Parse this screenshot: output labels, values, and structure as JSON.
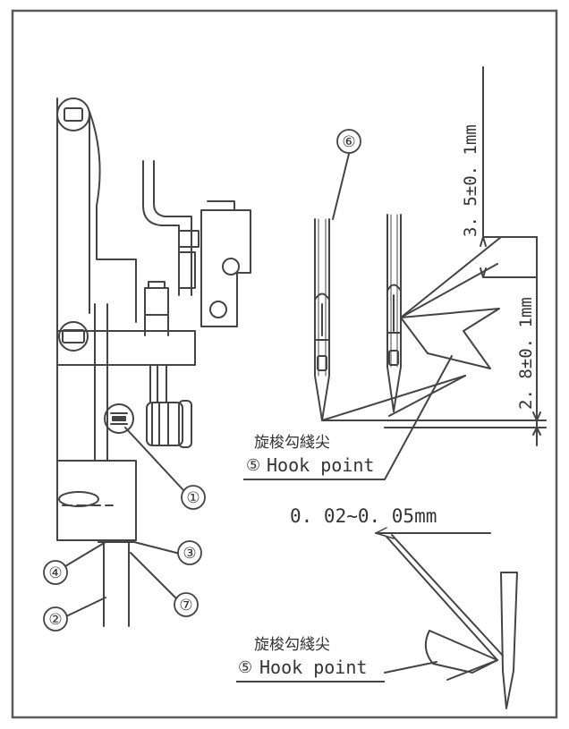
{
  "callouts": {
    "c1": "①",
    "c2": "②",
    "c3": "③",
    "c4": "④",
    "c5a": "⑤",
    "c5b": "⑤",
    "c6": "⑥",
    "c7": "⑦"
  },
  "dimensions": {
    "top_gap": "3. 5±0. 1mm",
    "lower_gap": "2. 8±0. 1mm",
    "clearance": "0. 02~0. 05mm"
  },
  "labels": {
    "hook_point_cn_1": "旋梭勾綫尖",
    "hook_point_en_1": "Hook point",
    "hook_point_cn_2": "旋梭勾綫尖",
    "hook_point_en_2": "Hook point"
  },
  "colors": {
    "line": "#444444",
    "frame": "#5a5a5a",
    "background": "#ffffff"
  }
}
